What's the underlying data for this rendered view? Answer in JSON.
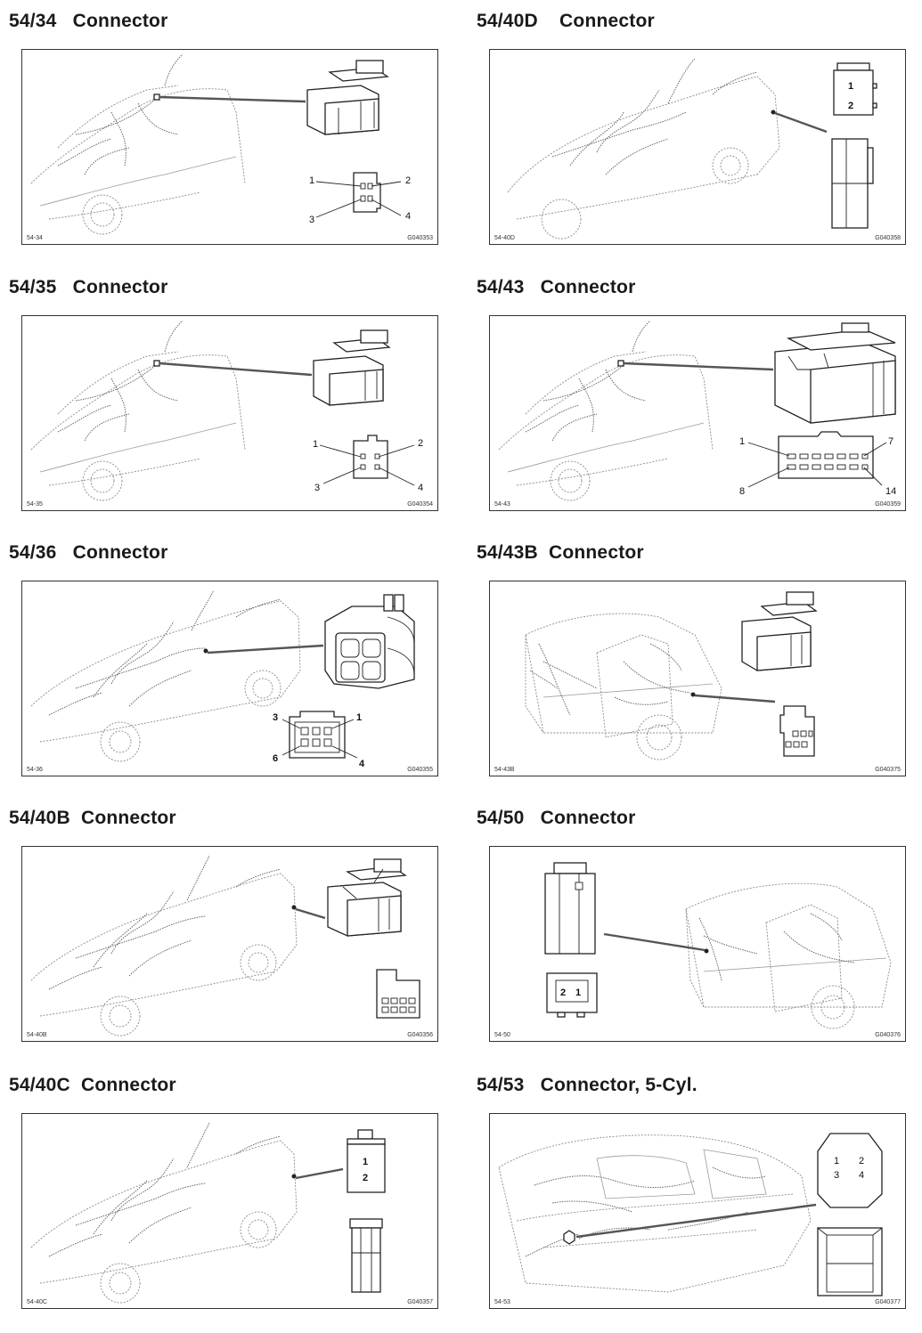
{
  "sections": [
    {
      "title": "54/34   Connector",
      "ref": "54-34",
      "code": "G040353",
      "pins": [
        "1",
        "2",
        "3",
        "4"
      ]
    },
    {
      "title": "54/40D    Connector",
      "ref": "54-40D",
      "code": "G040358",
      "pins": [
        "1",
        "2"
      ]
    },
    {
      "title": "54/35   Connector",
      "ref": "54-35",
      "code": "G040354",
      "pins": [
        "1",
        "2",
        "3",
        "4"
      ]
    },
    {
      "title": "54/43   Connector",
      "ref": "54-43",
      "code": "G040359",
      "pins": [
        "1",
        "7",
        "8",
        "14"
      ]
    },
    {
      "title": "54/36   Connector",
      "ref": "54-36",
      "code": "G040355",
      "pins": [
        "3",
        "1",
        "6",
        "4"
      ]
    },
    {
      "title": "54/43B  Connector",
      "ref": "54-43B",
      "code": "G040375",
      "pins": []
    },
    {
      "title": "54/40B  Connector",
      "ref": "54-40B",
      "code": "G040356",
      "pins": []
    },
    {
      "title": "54/50   Connector",
      "ref": "54-50",
      "code": "G040376",
      "pins": [
        "2",
        "1"
      ]
    },
    {
      "title": "54/40C  Connector",
      "ref": "54-40C",
      "code": "G040357",
      "pins": [
        "1",
        "2"
      ]
    },
    {
      "title": "54/53   Connector, 5-Cyl.",
      "ref": "54-53",
      "code": "G040377",
      "pins": [
        "1",
        "2",
        "3",
        "4"
      ]
    }
  ]
}
